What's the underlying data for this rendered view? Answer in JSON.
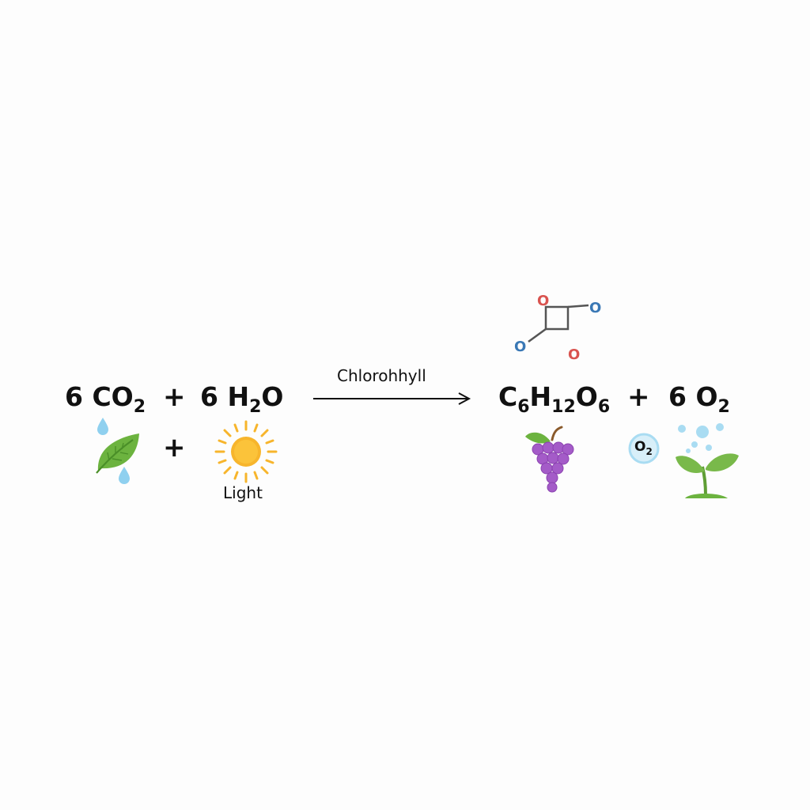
{
  "equation": {
    "reactant_1": {
      "coefficient": "6",
      "element": "CO",
      "subscript": "2"
    },
    "plus_1": "+",
    "reactant_2": {
      "coefficient": "6",
      "element_a": "H",
      "subscript_a": "2",
      "element_b": "O"
    },
    "catalyst_label": "Chlorohhyll",
    "product_1": {
      "c": "C",
      "c_sub": "6",
      "h": "H",
      "h_sub": "12",
      "o": "O",
      "o_sub": "6"
    },
    "plus_2": "+",
    "product_2": {
      "coefficient": "6",
      "element": "O",
      "subscript": "2"
    }
  },
  "icons_row": {
    "plus": "+",
    "light_caption": "Light",
    "o2_badge": {
      "element": "O",
      "subscript": "2"
    }
  },
  "molecule_atoms": [
    "O",
    "O",
    "O",
    "O"
  ],
  "colors": {
    "leaf": "#6cb33f",
    "water": "#8fd0ef",
    "sun": "#f7b52c",
    "grape": "#a45bc8",
    "oxygen_red": "#d9534f",
    "oxygen_blue": "#3a78b5",
    "bubble": "#a9dcf2",
    "sprout": "#79b94a"
  },
  "icon_names": [
    "water-drop-icon",
    "leaf-icon",
    "sun-icon",
    "grape-icon",
    "oxygen-bubble-icon",
    "sprout-icon",
    "molecule-icon"
  ]
}
